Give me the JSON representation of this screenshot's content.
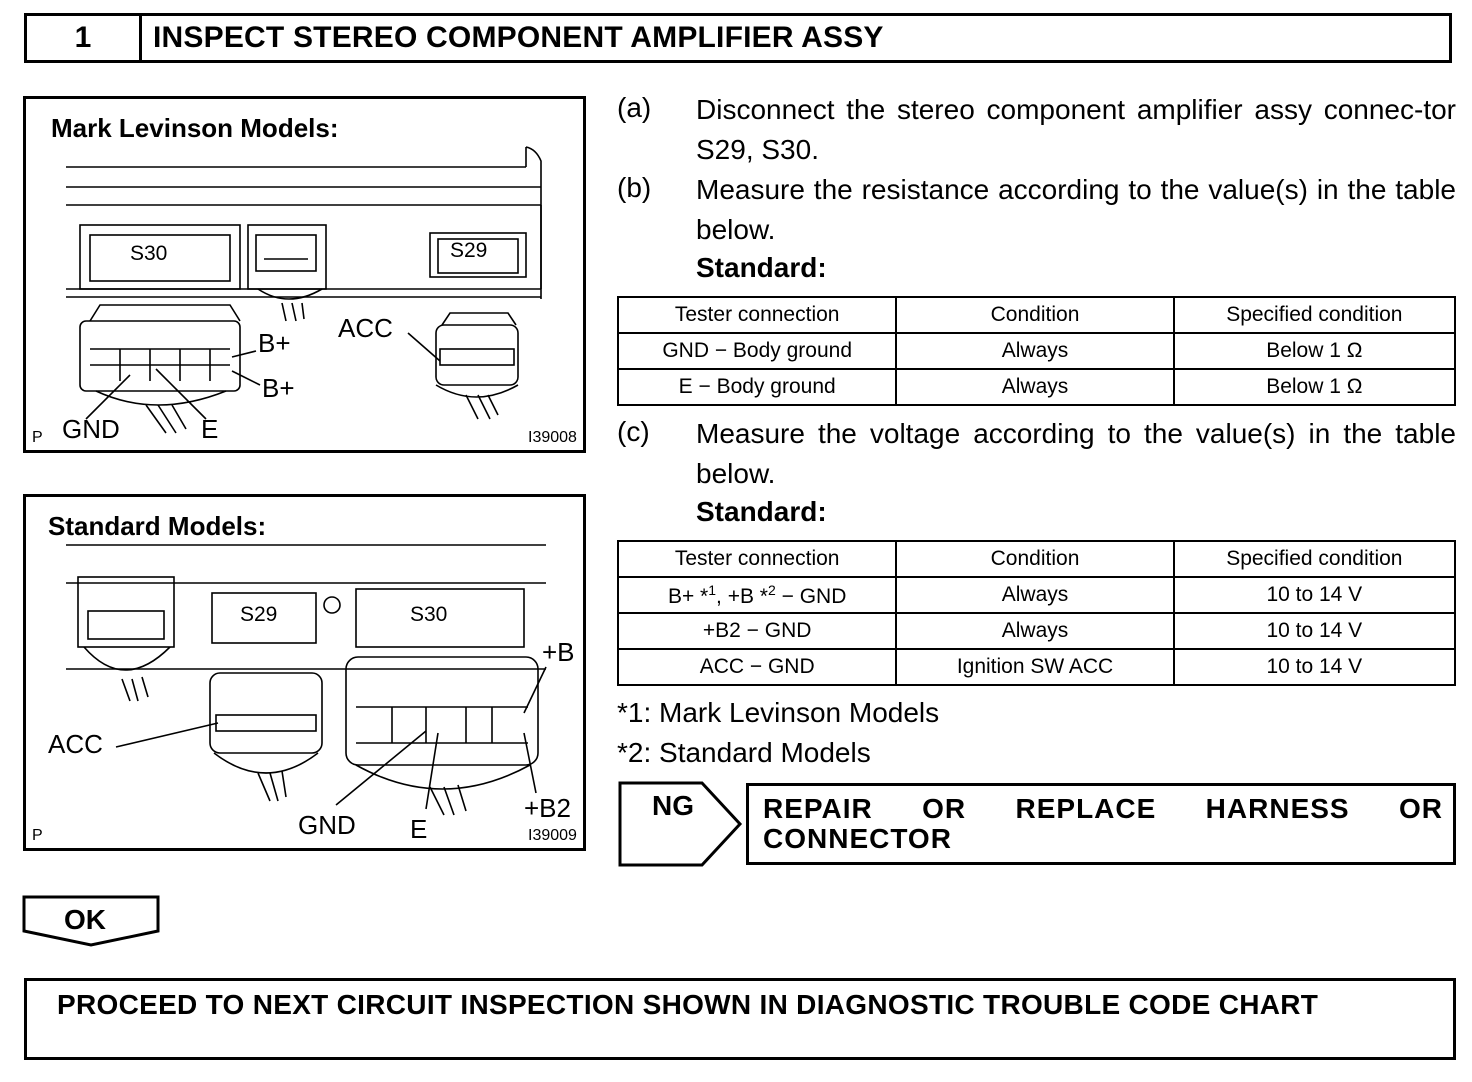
{
  "header": {
    "number": "1",
    "title": "INSPECT STEREO COMPONENT AMPLIFIER ASSY"
  },
  "figure_levinson": {
    "title": "Mark Levinson Models:",
    "labels": {
      "s30": "S30",
      "s29": "S29",
      "acc": "ACC",
      "bplus1": "B+",
      "bplus2": "B+",
      "gnd": "GND",
      "e": "E"
    },
    "corner": "P",
    "code": "I39008"
  },
  "figure_standard": {
    "title": "Standard Models:",
    "labels": {
      "s29": "S29",
      "s30": "S30",
      "plusb": "+B",
      "acc": "ACC",
      "gnd": "GND",
      "e": "E",
      "plusb2": "+B2"
    },
    "corner": "P",
    "code": "I39009"
  },
  "steps": {
    "a": {
      "letter": "(a)",
      "text": "Disconnect the stereo component amplifier assy connec-tor S29, S30."
    },
    "b": {
      "letter": "(b)",
      "text": "Measure the resistance according to the value(s) in the table below."
    },
    "c": {
      "letter": "(c)",
      "text": "Measure the voltage according to the value(s) in the table below."
    }
  },
  "standard_label": "Standard:",
  "table_resistance": {
    "headers": [
      "Tester connection",
      "Condition",
      "Specified condition"
    ],
    "rows": [
      [
        "GND − Body ground",
        "Always",
        "Below 1 Ω"
      ],
      [
        "E − Body ground",
        "Always",
        "Below 1 Ω"
      ]
    ]
  },
  "table_voltage": {
    "headers": [
      "Tester connection",
      "Condition",
      "Specified condition"
    ],
    "row1": {
      "part_a": "B+ *",
      "sup_a": "1",
      "part_b": ", +B *",
      "sup_b": "2",
      "part_c": " − GND",
      "condition": "Always",
      "spec": "10 to 14 V"
    },
    "rows": [
      [
        "+B2 − GND",
        "Always",
        "10 to 14 V"
      ],
      [
        "ACC − GND",
        "Ignition SW ACC",
        "10 to 14 V"
      ]
    ]
  },
  "notes": {
    "n1": "*1: Mark Levinson Models",
    "n2": "*2: Standard Models"
  },
  "ng": {
    "label": "NG",
    "text": "REPAIR OR REPLACE HARNESS OR CONNECTOR"
  },
  "ok": {
    "label": "OK"
  },
  "proceed": {
    "text": "PROCEED TO NEXT CIRCUIT INSPECTION SHOWN IN DIAGNOSTIC TROUBLE CODE CHART"
  }
}
